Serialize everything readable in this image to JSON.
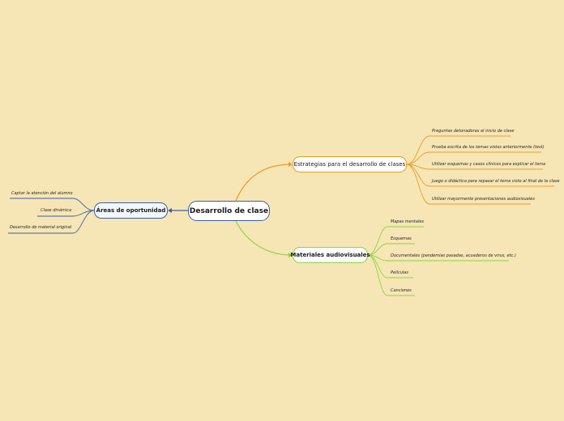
{
  "map": {
    "central": {
      "label": "Desarrollo de clase"
    },
    "left_branch": {
      "label": "Áreas de oportunidad",
      "items": [
        "Captar la atención del alumno",
        "Clase dinámica",
        "Desarrollo de material original"
      ]
    },
    "top_branch": {
      "label": "Estrategias para el desarrollo de clases",
      "items": [
        "Preguntas detonadoras al inicio de clase",
        "Prueba escrita de los temas vistos anteriormente (test)",
        "Utilizar esquemas y casos clínicos para explicar el tema",
        "Juego o didáctica para repasar el tema visto al final de la clase",
        "Utilizar mayormente presentaciones audiovisuales"
      ]
    },
    "bottom_branch": {
      "label": "Materiales audiovisuales",
      "items": [
        "Mapas mentales",
        "Esquemas",
        "Documentales (pandemias pasadas, acuaderos de virus, etc.)",
        "Películas",
        "Canciones"
      ]
    },
    "colors": {
      "background": "#f7e6b5",
      "left": "#3a5fa8",
      "top": "#ee9a26",
      "bottom": "#8bd442"
    }
  }
}
